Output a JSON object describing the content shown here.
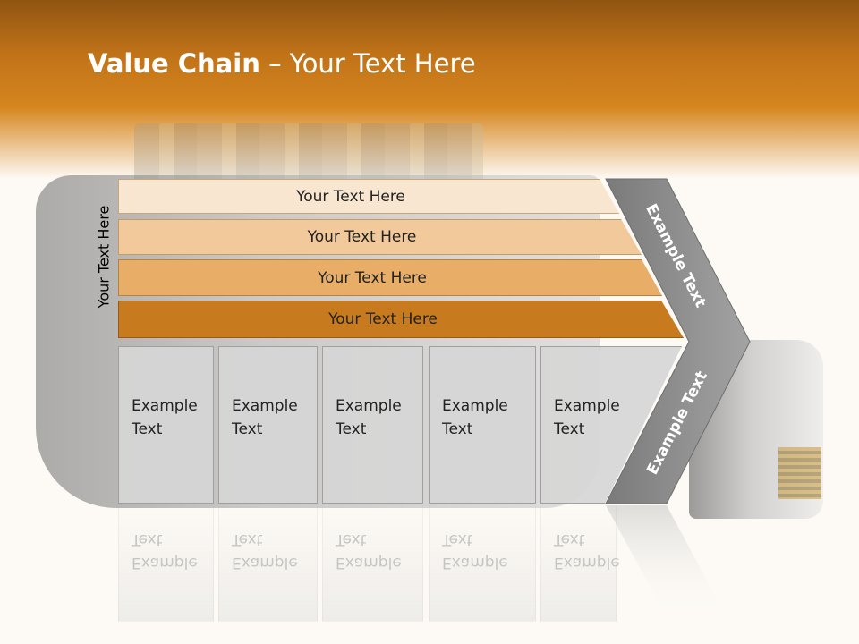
{
  "title": {
    "bold": "Value Chain",
    "rest": " – Your Text Here"
  },
  "side_label": "Your Text Here",
  "bands": [
    "Your Text Here",
    "Your Text Here",
    "Your Text Here",
    "Your Text Here"
  ],
  "columns": [
    {
      "line1": "Example",
      "line2": "Text"
    },
    {
      "line1": "Example",
      "line2": "Text"
    },
    {
      "line1": "Example",
      "line2": "Text"
    },
    {
      "line1": "Example",
      "line2": "Text"
    },
    {
      "line1": "Example",
      "line2": "Text"
    }
  ],
  "arrow": {
    "upper": "Example Text",
    "lower": "Example Text"
  },
  "colors": {
    "header": "#c07218",
    "band1": "#f8e6d0",
    "band2": "#f1c99b",
    "band3": "#e8ae68",
    "band4": "#c87a1e",
    "arrow": "#8c8c8c",
    "column": "#d6d6d6"
  }
}
